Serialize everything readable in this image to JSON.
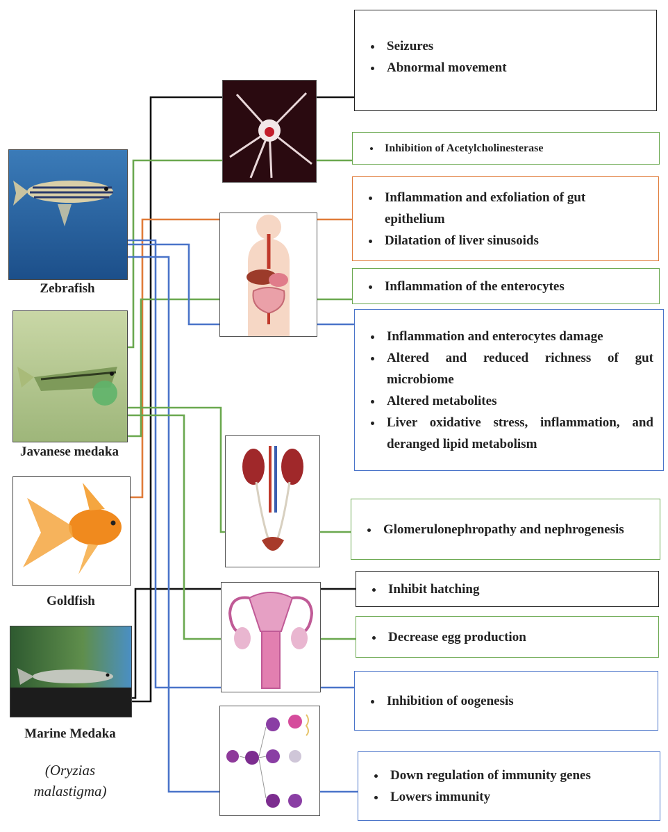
{
  "colors": {
    "black": "#111111",
    "green": "#6aa84f",
    "orange": "#e07b39",
    "blue": "#4a74c9"
  },
  "species": {
    "zebrafish": "Zebrafish",
    "javanese": "Javanese medaka",
    "goldfish": "Goldfish",
    "marine": "Marine Medaka",
    "marine_sci_1": "(Oryzias",
    "marine_sci_2": "malastigma)"
  },
  "organs": {
    "neuron": "neuron-icon",
    "digestive": "digestive-system-icon",
    "kidney": "kidney-urinary-icon",
    "reproductive": "reproductive-organ-icon",
    "immune": "immune-cells-icon"
  },
  "effects": {
    "neuro_black": [
      "Seizures",
      "Abnormal movement"
    ],
    "neuro_green": [
      "Inhibition of Acetylcholinesterase"
    ],
    "gut_orange": [
      "Inflammation and exfoliation of gut epithelium",
      "Dilatation of liver sinusoids"
    ],
    "gut_green": [
      "Inflammation of the enterocytes"
    ],
    "gut_blue": [
      "Inflammation and enterocytes damage",
      "Altered and reduced richness of gut microbiome",
      "Altered metabolites",
      "Liver oxidative stress, inflammation, and deranged lipid metabolism"
    ],
    "kidney_green": [
      "Glomerulonephropathy and nephrogenesis"
    ],
    "repro_black": [
      "Inhibit hatching"
    ],
    "repro_green": [
      "Decrease egg production"
    ],
    "repro_blue": [
      "Inhibition of oogenesis"
    ],
    "immune_blue": [
      "Down regulation of immunity genes",
      "Lowers immunity"
    ]
  }
}
